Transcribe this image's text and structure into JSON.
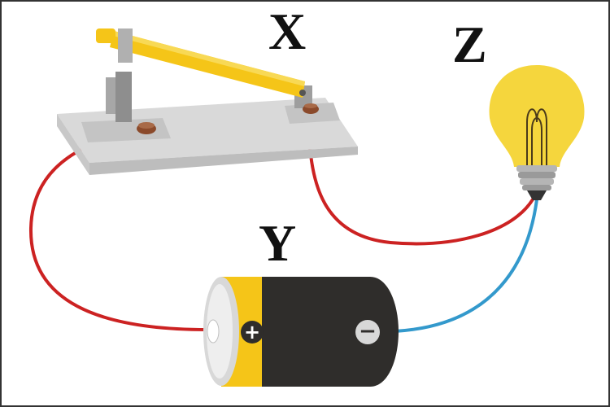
{
  "labels": {
    "switch": "X",
    "battery": "Y",
    "bulb": "Z"
  },
  "battery": {
    "positive_symbol": "+",
    "negative_symbol": "−"
  },
  "colors": {
    "border": "#333333",
    "wire_positive": "#cc2222",
    "wire_negative": "#3399cc",
    "switch_lever": "#f5c518",
    "switch_base": "#d4d4d4",
    "battery_body": "#2f2d2b",
    "battery_band": "#f5c518",
    "bulb_glass": "#f5d63d",
    "bulb_socket": "#9a9a9a"
  }
}
